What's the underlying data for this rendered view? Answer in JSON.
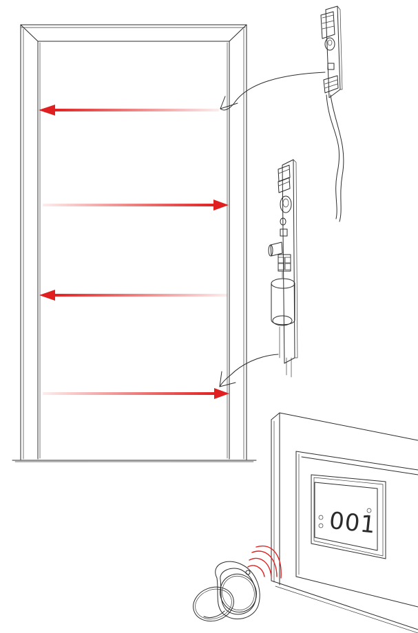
{
  "reader_display": {
    "text": "001"
  },
  "colors": {
    "beam": "#e02020",
    "line": "#2b2b2b",
    "wave": "#e02020",
    "background": "#ffffff"
  },
  "beams": [
    {
      "direction": "left"
    },
    {
      "direction": "right"
    },
    {
      "direction": "left"
    },
    {
      "direction": "right"
    }
  ],
  "icons": [
    "door-frame-icon",
    "sensor-module-icon",
    "control-board-icon",
    "card-reader-icon",
    "key-fob-icon",
    "wireless-signal-icon"
  ]
}
